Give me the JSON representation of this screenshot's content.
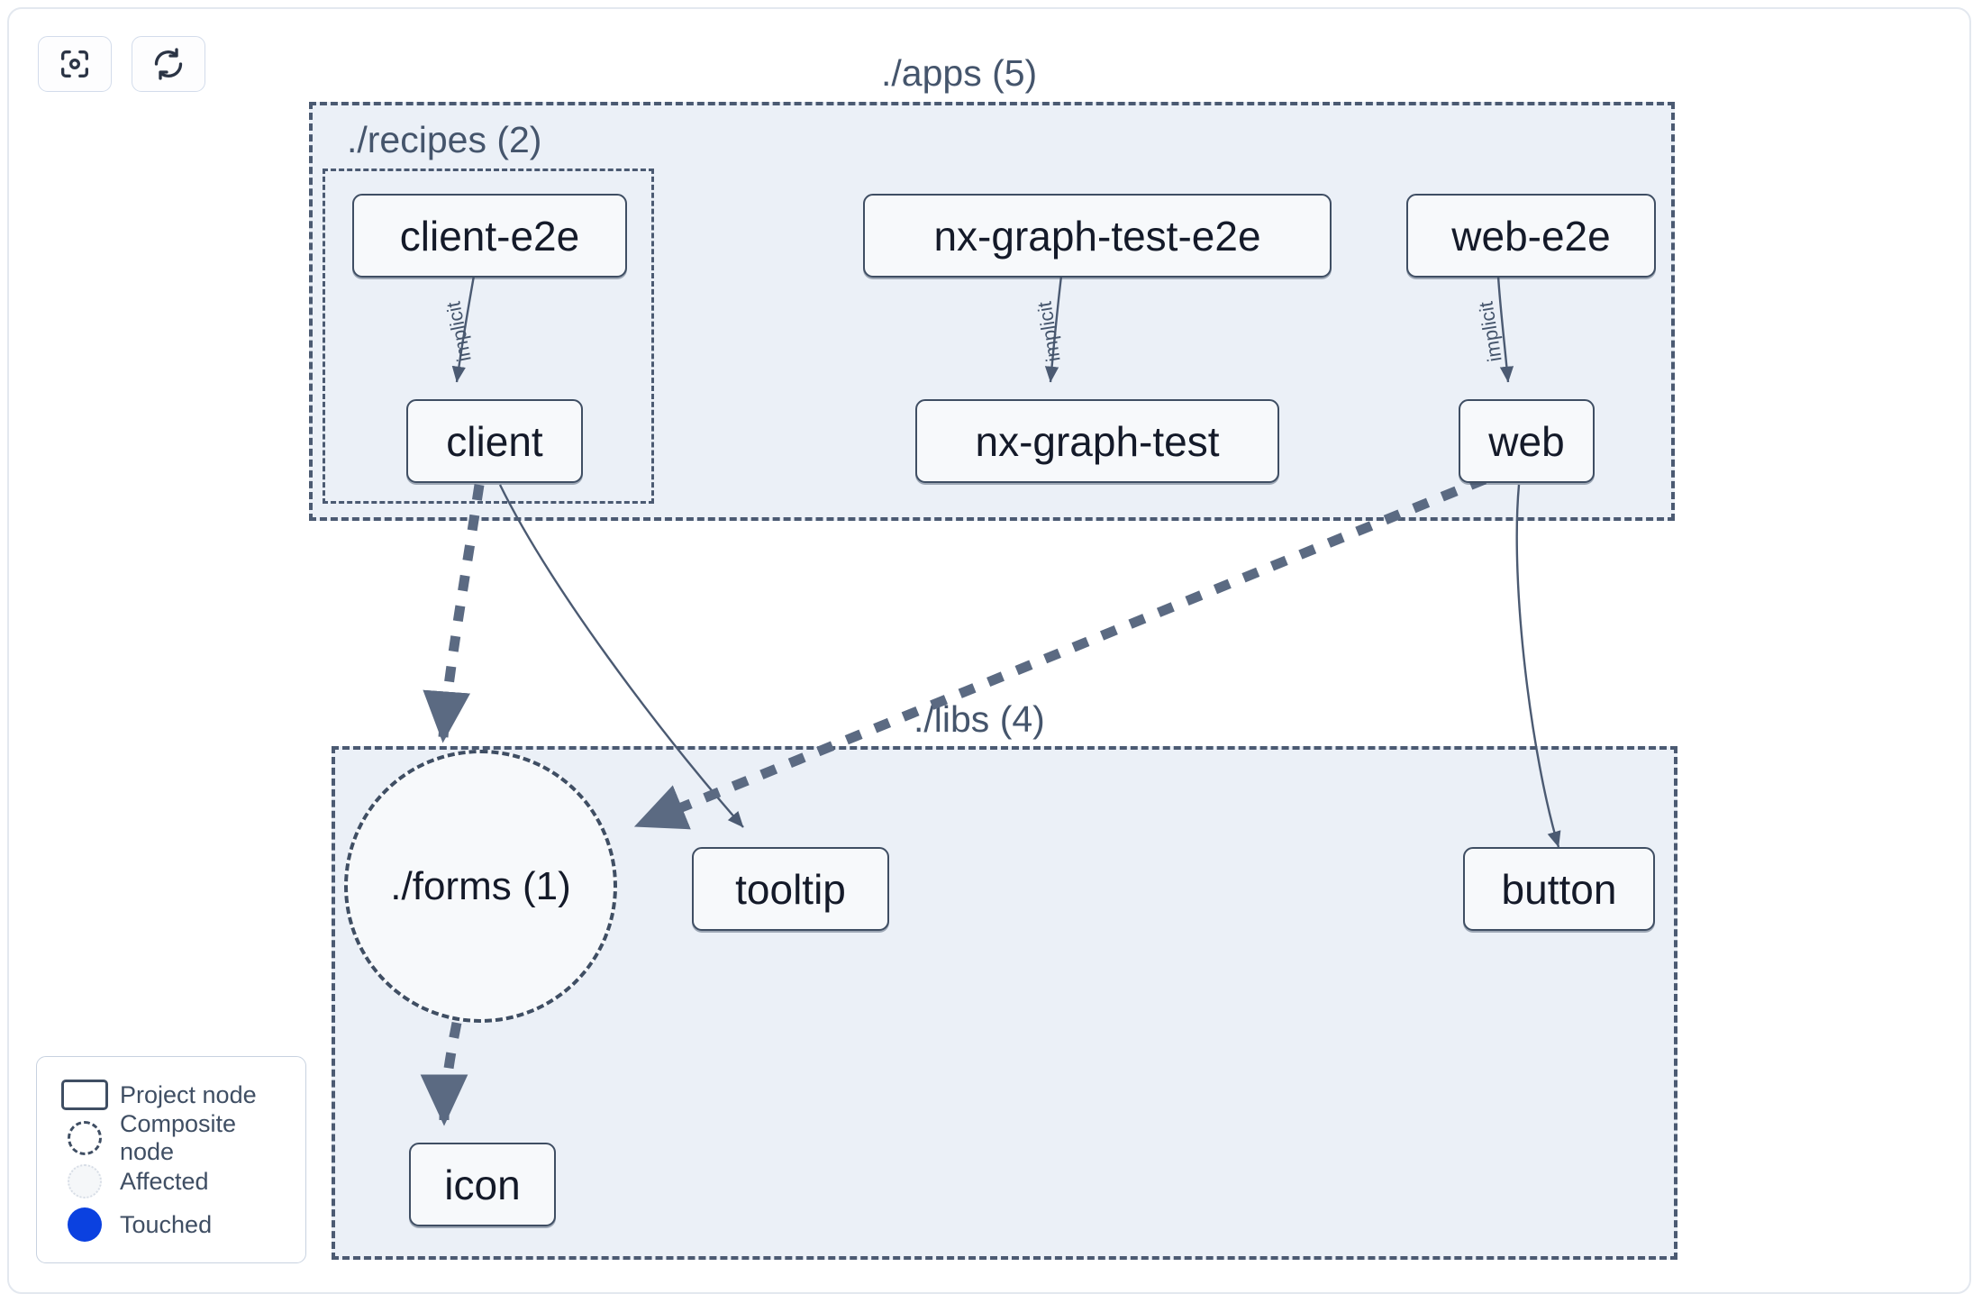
{
  "toolbar": {
    "buttons": [
      {
        "name": "focus-graph-button",
        "icon": "focus-target-icon",
        "label": ""
      },
      {
        "name": "refresh-graph-button",
        "icon": "refresh-icon",
        "label": ""
      }
    ]
  },
  "graph": {
    "groups": [
      {
        "id": "apps",
        "label": "./apps (5)",
        "count": 5
      },
      {
        "id": "recipes",
        "label": "./recipes (2)",
        "count": 2
      },
      {
        "id": "libs",
        "label": "./libs (4)",
        "count": 4
      }
    ],
    "nodes": [
      {
        "id": "client-e2e",
        "label": "client-e2e",
        "type": "project",
        "group": "recipes"
      },
      {
        "id": "nx-graph-test-e2e",
        "label": "nx-graph-test-e2e",
        "type": "project",
        "group": "apps"
      },
      {
        "id": "web-e2e",
        "label": "web-e2e",
        "type": "project",
        "group": "apps"
      },
      {
        "id": "client",
        "label": "client",
        "type": "project",
        "group": "recipes"
      },
      {
        "id": "nx-graph-test",
        "label": "nx-graph-test",
        "type": "project",
        "group": "apps"
      },
      {
        "id": "web",
        "label": "web",
        "type": "project",
        "group": "apps"
      },
      {
        "id": "forms",
        "label": "./forms (1)",
        "type": "composite",
        "group": "libs"
      },
      {
        "id": "tooltip",
        "label": "tooltip",
        "type": "project",
        "group": "libs"
      },
      {
        "id": "button",
        "label": "button",
        "type": "project",
        "group": "libs"
      },
      {
        "id": "icon",
        "label": "icon",
        "type": "project",
        "group": "libs"
      }
    ],
    "edges": [
      {
        "from": "client-e2e",
        "to": "client",
        "label": "implicit",
        "style": "solid"
      },
      {
        "from": "nx-graph-test-e2e",
        "to": "nx-graph-test",
        "label": "implicit",
        "style": "solid"
      },
      {
        "from": "web-e2e",
        "to": "web",
        "label": "implicit",
        "style": "solid"
      },
      {
        "from": "client",
        "to": "forms",
        "label": "",
        "style": "dashed"
      },
      {
        "from": "client",
        "to": "tooltip",
        "label": "",
        "style": "solid"
      },
      {
        "from": "web",
        "to": "forms",
        "label": "",
        "style": "dashed"
      },
      {
        "from": "web",
        "to": "button",
        "label": "",
        "style": "solid"
      },
      {
        "from": "forms",
        "to": "icon",
        "label": "",
        "style": "dashed"
      }
    ]
  },
  "legend": {
    "items": [
      {
        "glyph": "project-node-glyph",
        "label": "Project node"
      },
      {
        "glyph": "composite-node-glyph",
        "label": "Composite node"
      },
      {
        "glyph": "affected-glyph",
        "label": "Affected"
      },
      {
        "glyph": "touched-glyph",
        "label": "Touched"
      }
    ]
  },
  "colors": {
    "group_fill": "#ebf0f7",
    "group_border": "#4b5a72",
    "node_fill": "#f7f9fb",
    "node_border": "#3f4e63",
    "node_text": "#141a29",
    "edge": "#4b5a72",
    "touched": "#0b41e0",
    "canvas_border": "#e3e8ef"
  }
}
